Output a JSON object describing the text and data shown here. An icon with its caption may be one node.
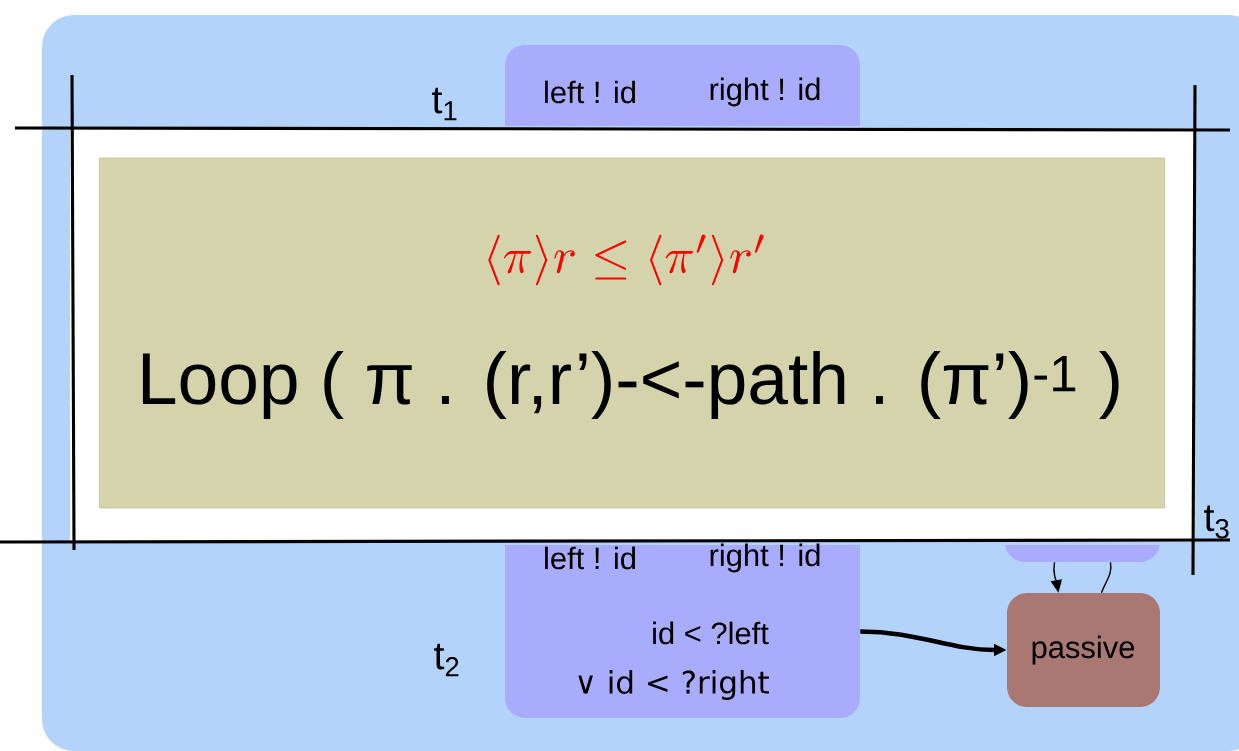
{
  "diagram": {
    "nodes": [
      {
        "text": [
          "left ! id",
          "right ! id"
        ]
      },
      {
        "text": [],
        "shape": "box"
      },
      {
        "text": [
          "\\langle\\pi\\rangle r \\leq \\langle\\pi'\\rangle r'",
          "Loop ( π . (r,r’)-<-path . (π’)$^{-1}$ )"
        ]
      },
      {
        "text": [
          "left ! id",
          "right ! id",
          "id < ?left",
          "∨  id < ?right"
        ],
        "beside": [
          "t$_{2}$"
        ]
      },
      {
        "text": [
          "passive"
        ]
      }
    ],
    "edges": [
      {
        "from": 3,
        "to": 4,
        "arrow": "to",
        "style": "thick"
      },
      {
        "from": 1,
        "to": 4,
        "arrow": "to"
      },
      {
        "from": 4,
        "to": 1,
        "arrow": "none"
      }
    ],
    "labels": [
      "t$_{1}$",
      "t$_{3}$"
    ]
  }
}
